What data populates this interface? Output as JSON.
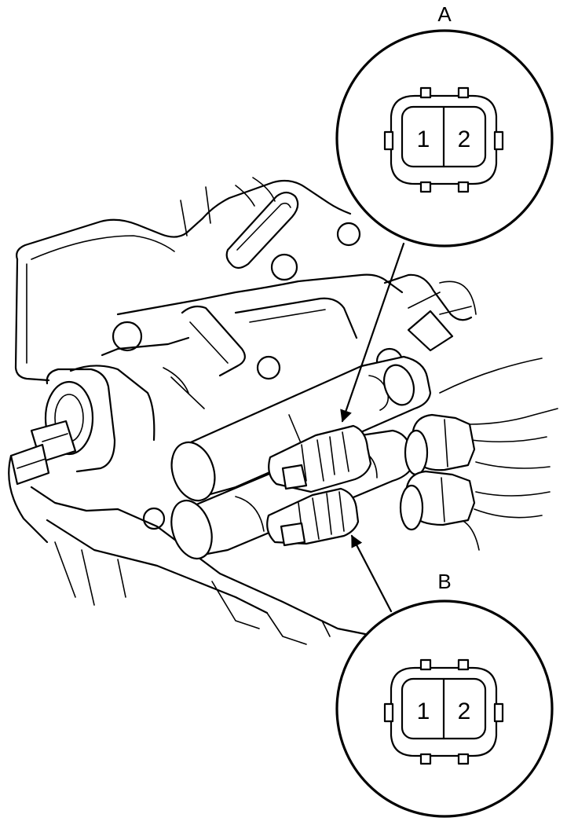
{
  "callouts": [
    {
      "id": "A",
      "label": "A",
      "pins": [
        "1",
        "2"
      ]
    },
    {
      "id": "B",
      "label": "B",
      "pins": [
        "1",
        "2"
      ]
    }
  ],
  "colors": {
    "ink": "#000000",
    "paper": "#ffffff"
  }
}
